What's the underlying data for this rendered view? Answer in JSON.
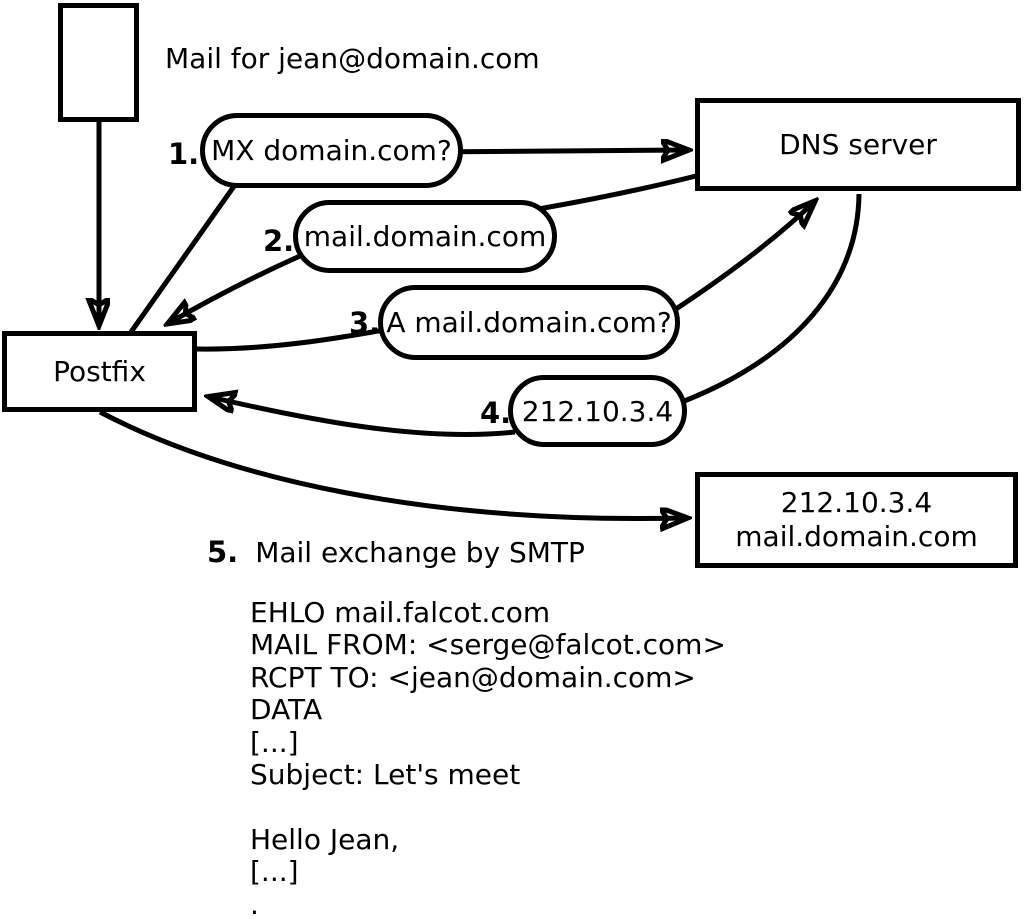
{
  "title": "Mail for jean@domain.com",
  "nodes": {
    "postfix": {
      "label": "Postfix"
    },
    "dns": {
      "label": "DNS server"
    },
    "mail_server": {
      "line1": "212.10.3.4",
      "line2": "mail.domain.com"
    }
  },
  "steps": [
    {
      "number": "1.",
      "label": "MX domain.com?"
    },
    {
      "number": "2.",
      "label": "mail.domain.com"
    },
    {
      "number": "3.",
      "label": "A mail.domain.com?"
    },
    {
      "number": "4.",
      "label": "212.10.3.4"
    },
    {
      "number": "5.",
      "label": "Mail exchange by SMTP"
    }
  ],
  "smtp_session": {
    "lines": [
      "EHLO mail.falcot.com",
      "MAIL FROM: <serge@falcot.com>",
      "RCPT TO: <jean@domain.com>",
      "DATA",
      "[...]",
      "Subject: Let's meet",
      "",
      "Hello Jean,",
      "[...]",
      "."
    ]
  },
  "colors": {
    "stroke": "#000000",
    "background": "#ffffff"
  }
}
